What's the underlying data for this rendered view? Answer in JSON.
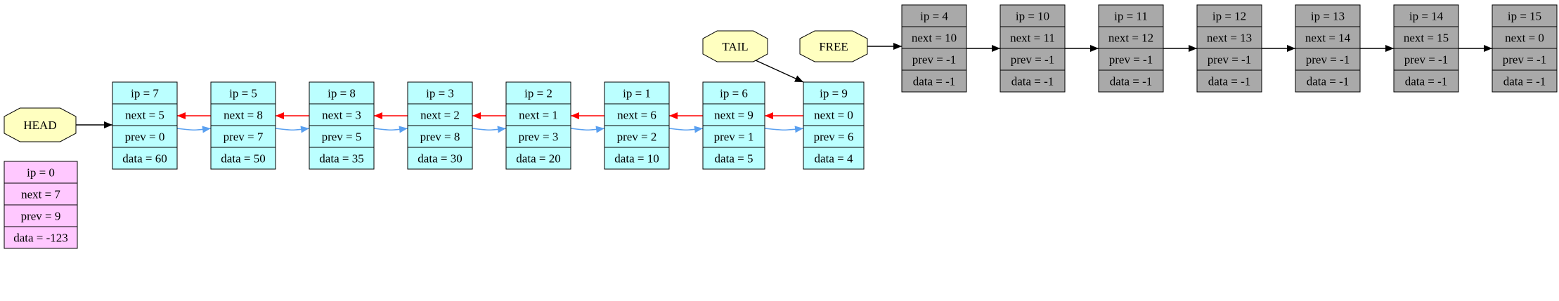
{
  "colors": {
    "used": "#bbffff",
    "free": "#a9a9a9",
    "sentinel": "#ffc8ff",
    "terminal": "#ffffc0",
    "next_edge": "#ff0000",
    "prev_edge": "#5aa0f0",
    "plain_edge": "#000000"
  },
  "terminals": [
    {
      "id": "head",
      "label": "HEAD"
    },
    {
      "id": "tail",
      "label": "TAIL"
    },
    {
      "id": "free",
      "label": "FREE"
    }
  ],
  "nodes": [
    {
      "ip": 0,
      "group": "sentinel",
      "lines": [
        "ip = 0",
        "next = 7",
        "prev = 9",
        "data = -123"
      ]
    },
    {
      "ip": 7,
      "group": "used",
      "lines": [
        "ip = 7",
        "next = 5",
        "prev = 0",
        "data = 60"
      ]
    },
    {
      "ip": 5,
      "group": "used",
      "lines": [
        "ip = 5",
        "next = 8",
        "prev = 7",
        "data = 50"
      ]
    },
    {
      "ip": 8,
      "group": "used",
      "lines": [
        "ip = 8",
        "next = 3",
        "prev = 5",
        "data = 35"
      ]
    },
    {
      "ip": 3,
      "group": "used",
      "lines": [
        "ip = 3",
        "next = 2",
        "prev = 8",
        "data = 30"
      ]
    },
    {
      "ip": 2,
      "group": "used",
      "lines": [
        "ip = 2",
        "next = 1",
        "prev = 3",
        "data = 20"
      ]
    },
    {
      "ip": 1,
      "group": "used",
      "lines": [
        "ip = 1",
        "next = 6",
        "prev = 2",
        "data = 10"
      ]
    },
    {
      "ip": 6,
      "group": "used",
      "lines": [
        "ip = 6",
        "next = 9",
        "prev = 1",
        "data = 5"
      ]
    },
    {
      "ip": 9,
      "group": "used",
      "lines": [
        "ip = 9",
        "next = 0",
        "prev = 6",
        "data = 4"
      ]
    },
    {
      "ip": 4,
      "group": "free",
      "lines": [
        "ip = 4",
        "next = 10",
        "prev = -1",
        "data = -1"
      ]
    },
    {
      "ip": 10,
      "group": "free",
      "lines": [
        "ip = 10",
        "next = 11",
        "prev = -1",
        "data = -1"
      ]
    },
    {
      "ip": 11,
      "group": "free",
      "lines": [
        "ip = 11",
        "next = 12",
        "prev = -1",
        "data = -1"
      ]
    },
    {
      "ip": 12,
      "group": "free",
      "lines": [
        "ip = 12",
        "next = 13",
        "prev = -1",
        "data = -1"
      ]
    },
    {
      "ip": 13,
      "group": "free",
      "lines": [
        "ip = 13",
        "next = 14",
        "prev = -1",
        "data = -1"
      ]
    },
    {
      "ip": 14,
      "group": "free",
      "lines": [
        "ip = 14",
        "next = 15",
        "prev = -1",
        "data = -1"
      ]
    },
    {
      "ip": 15,
      "group": "free",
      "lines": [
        "ip = 15",
        "next = 0",
        "prev = -1",
        "data = -1"
      ]
    }
  ],
  "edges": [
    {
      "from": "head",
      "to": 7,
      "kind": "plain"
    },
    {
      "from": "tail",
      "to": 9,
      "kind": "plain"
    },
    {
      "from": "free",
      "to": 4,
      "kind": "plain"
    },
    {
      "from": 7,
      "to": 5,
      "kind": "prev"
    },
    {
      "from": 5,
      "to": 8,
      "kind": "prev"
    },
    {
      "from": 8,
      "to": 3,
      "kind": "prev"
    },
    {
      "from": 3,
      "to": 2,
      "kind": "prev"
    },
    {
      "from": 2,
      "to": 1,
      "kind": "prev"
    },
    {
      "from": 1,
      "to": 6,
      "kind": "prev"
    },
    {
      "from": 6,
      "to": 9,
      "kind": "prev"
    },
    {
      "from": 5,
      "to": 7,
      "kind": "next"
    },
    {
      "from": 8,
      "to": 5,
      "kind": "next"
    },
    {
      "from": 3,
      "to": 8,
      "kind": "next"
    },
    {
      "from": 2,
      "to": 3,
      "kind": "next"
    },
    {
      "from": 1,
      "to": 2,
      "kind": "next"
    },
    {
      "from": 6,
      "to": 1,
      "kind": "next"
    },
    {
      "from": 9,
      "to": 6,
      "kind": "next"
    },
    {
      "from": 4,
      "to": 10,
      "kind": "plain"
    },
    {
      "from": 10,
      "to": 11,
      "kind": "plain"
    },
    {
      "from": 11,
      "to": 12,
      "kind": "plain"
    },
    {
      "from": 12,
      "to": 13,
      "kind": "plain"
    },
    {
      "from": 13,
      "to": 14,
      "kind": "plain"
    },
    {
      "from": 14,
      "to": 15,
      "kind": "plain"
    }
  ]
}
